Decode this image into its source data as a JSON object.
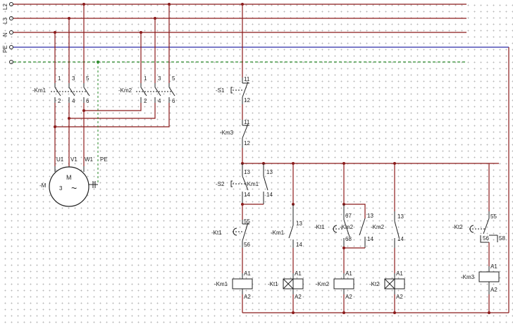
{
  "rails": [
    "L2",
    "L3",
    "N",
    "PE",
    ""
  ],
  "motor": {
    "ref": "-M",
    "symbol_top": "M",
    "symbol_phase": "3",
    "symbol_ac": "~",
    "terminals": [
      "U1",
      "V1",
      "W1",
      "PE"
    ]
  },
  "power_contactors": [
    {
      "ref": "-Km1",
      "top": [
        "1",
        "3",
        "5"
      ],
      "bottom": [
        "2",
        "4",
        "6"
      ]
    },
    {
      "ref": "-Km2",
      "top": [
        "1",
        "3",
        "5"
      ],
      "bottom": [
        "2",
        "4",
        "6"
      ]
    }
  ],
  "control": {
    "s1": {
      "ref": "-S1",
      "t1": "11",
      "t2": "12"
    },
    "km3_nc": {
      "ref": "-Km3",
      "t1": "11",
      "t2": "12"
    },
    "s2": {
      "ref": "-S2",
      "t1": "13",
      "t2": "14"
    },
    "km1_hold": {
      "ref": "-Km1",
      "t1": "13",
      "t2": "14"
    },
    "kt1_contact": {
      "ref": "-Kt1",
      "t1": "55",
      "t2": "56"
    },
    "km1_aux": {
      "ref": "-Km1",
      "t1": "13",
      "t2": "14"
    },
    "kt1_changeover": {
      "ref": "-Kt1",
      "t1": "67",
      "t2": "68",
      "t3": "13",
      "t4": "14"
    },
    "km2_aux": {
      "ref": "-Km2",
      "t1": "13",
      "t2": "14"
    },
    "km2_hold": {
      "ref": "-Km2"
    },
    "kt2_contact": {
      "ref": "-Kt2",
      "t1": "55",
      "t2": "56",
      "t3": "58"
    },
    "coils": [
      {
        "ref": "-Km1",
        "a1": "A1",
        "a2": "A2",
        "timer": false
      },
      {
        "ref": "-Kt1",
        "a1": "A1",
        "a2": "A2",
        "timer": true
      },
      {
        "ref": "-Km2",
        "a1": "A1",
        "a2": "A2",
        "timer": false
      },
      {
        "ref": "-Kt2",
        "a1": "A1",
        "a2": "A2",
        "timer": true
      },
      {
        "ref": "-Km3",
        "a1": "A1",
        "a2": "A2",
        "timer": false
      }
    ]
  },
  "colors": {
    "phase_wire": "#8b1a1a",
    "neutral_wire": "#2a2aa8",
    "pe_wire": "#2a8a2a"
  }
}
